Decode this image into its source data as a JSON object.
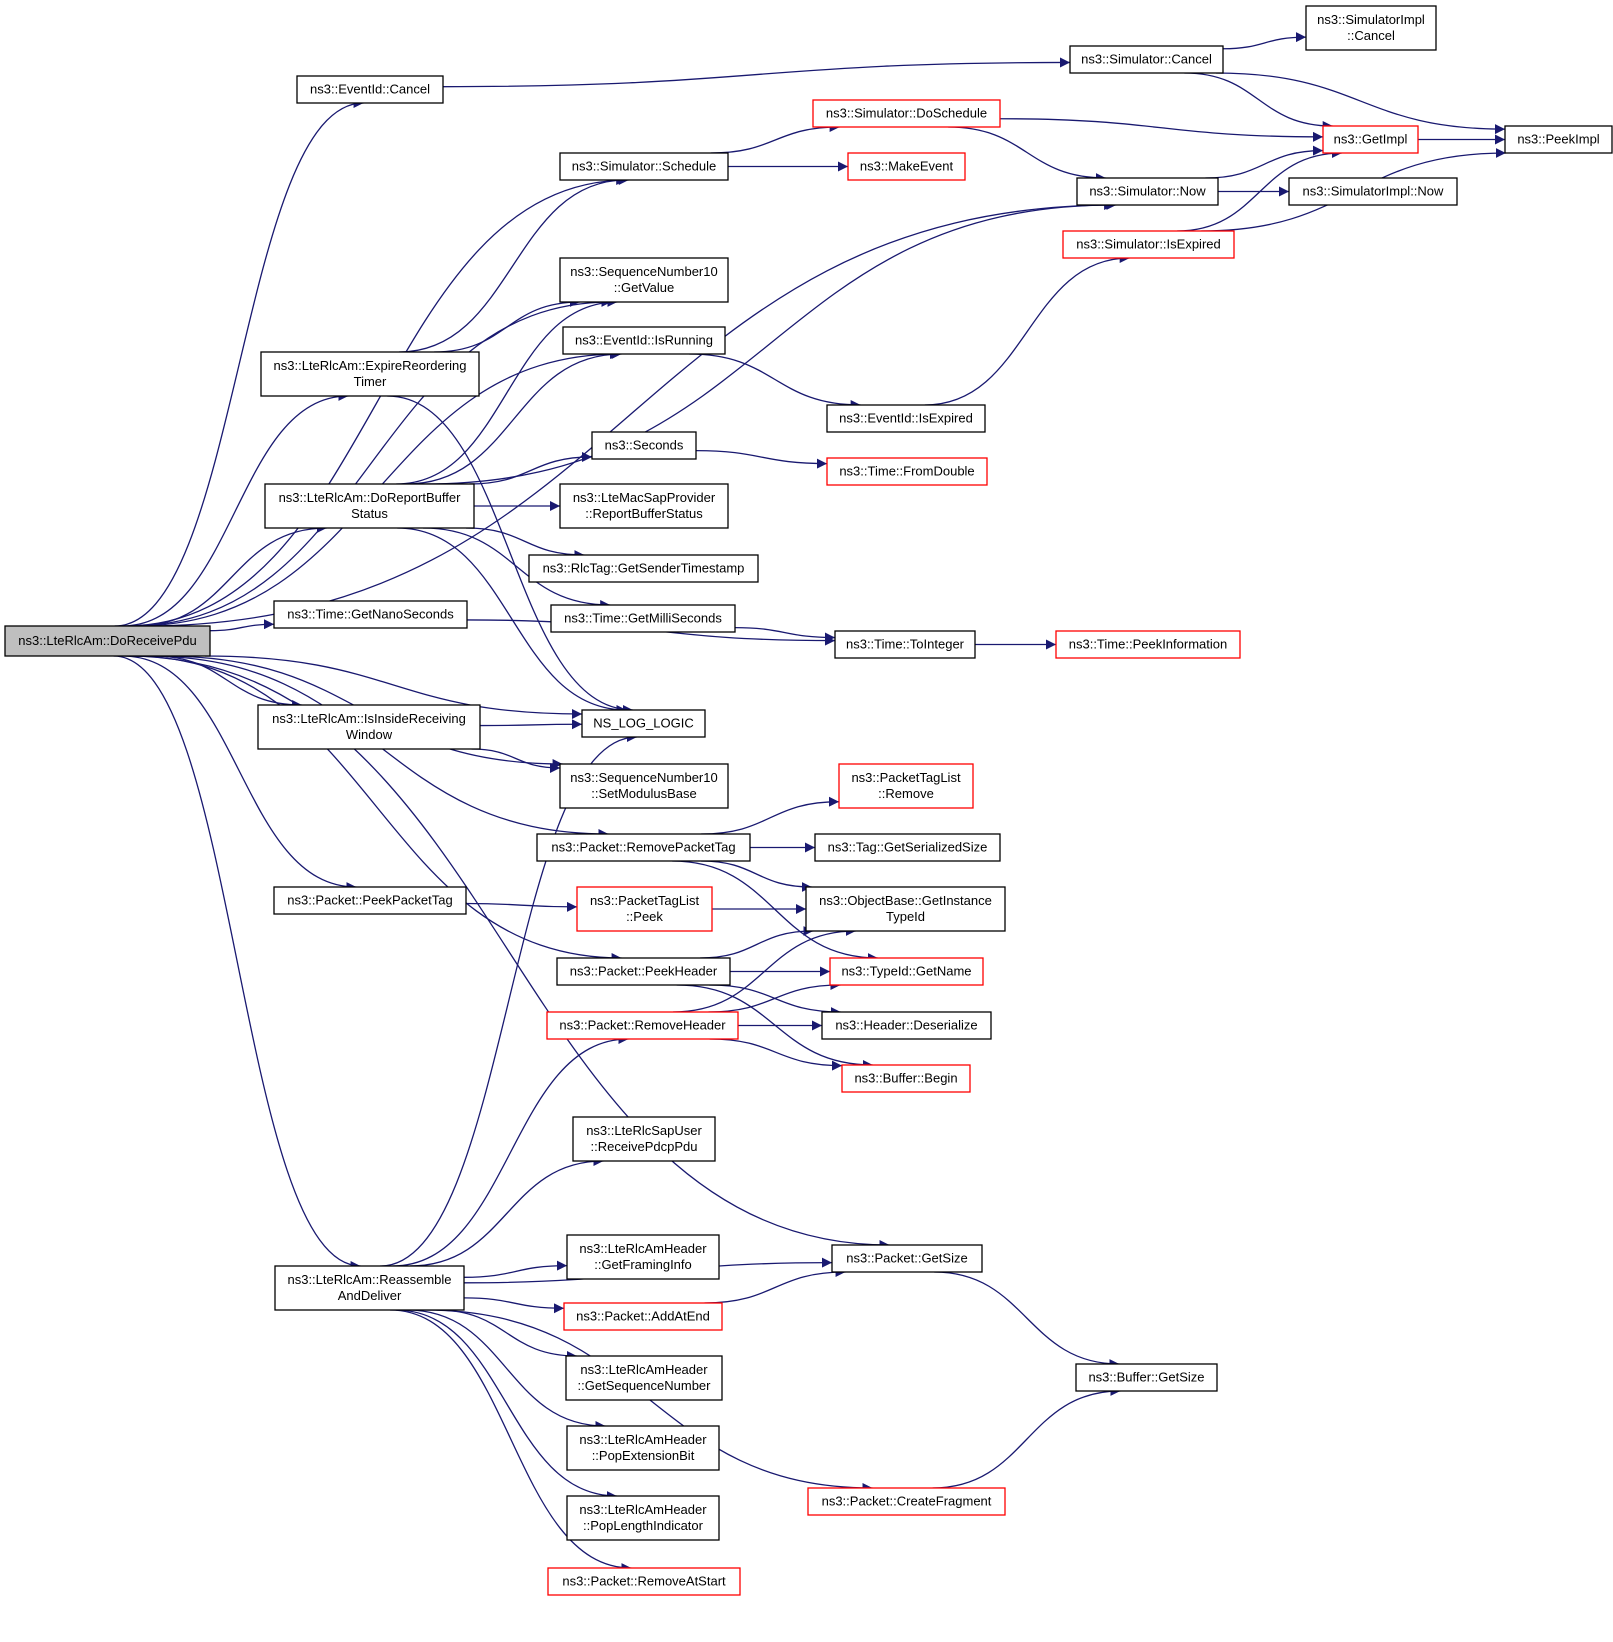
{
  "nodes": [
    {
      "id": "root",
      "lines": [
        "ns3::LteRlcAm::DoReceivePdu"
      ],
      "style": "root"
    },
    {
      "id": "eventid_cancel",
      "lines": [
        "ns3::EventId::Cancel"
      ],
      "style": "normal"
    },
    {
      "id": "sim_cancel",
      "lines": [
        "ns3::Simulator::Cancel"
      ],
      "style": "normal"
    },
    {
      "id": "simimpl_cancel",
      "lines": [
        "ns3::SimulatorImpl",
        "::Cancel"
      ],
      "style": "normal"
    },
    {
      "id": "sim_doschedule",
      "lines": [
        "ns3::Simulator::DoSchedule"
      ],
      "style": "red"
    },
    {
      "id": "getimpl",
      "lines": [
        "ns3::GetImpl"
      ],
      "style": "red"
    },
    {
      "id": "peekimpl",
      "lines": [
        "ns3::PeekImpl"
      ],
      "style": "normal"
    },
    {
      "id": "sim_schedule",
      "lines": [
        "ns3::Simulator::Schedule"
      ],
      "style": "normal"
    },
    {
      "id": "makeevent",
      "lines": [
        "ns3::MakeEvent"
      ],
      "style": "red"
    },
    {
      "id": "sim_now",
      "lines": [
        "ns3::Simulator::Now"
      ],
      "style": "normal"
    },
    {
      "id": "simimpl_now",
      "lines": [
        "ns3::SimulatorImpl::Now"
      ],
      "style": "normal"
    },
    {
      "id": "sim_isexpired",
      "lines": [
        "ns3::Simulator::IsExpired"
      ],
      "style": "red"
    },
    {
      "id": "seq_getvalue",
      "lines": [
        "ns3::SequenceNumber10",
        "::GetValue"
      ],
      "style": "normal"
    },
    {
      "id": "eventid_isrunning",
      "lines": [
        "ns3::EventId::IsRunning"
      ],
      "style": "normal"
    },
    {
      "id": "expire_timer",
      "lines": [
        "ns3::LteRlcAm::ExpireReordering",
        "Timer"
      ],
      "style": "normal"
    },
    {
      "id": "eventid_isexpired",
      "lines": [
        "ns3::EventId::IsExpired"
      ],
      "style": "normal"
    },
    {
      "id": "seconds",
      "lines": [
        "ns3::Seconds"
      ],
      "style": "normal"
    },
    {
      "id": "time_fromdouble",
      "lines": [
        "ns3::Time::FromDouble"
      ],
      "style": "red"
    },
    {
      "id": "doreport",
      "lines": [
        "ns3::LteRlcAm::DoReportBuffer",
        "Status"
      ],
      "style": "normal"
    },
    {
      "id": "mac_report",
      "lines": [
        "ns3::LteMacSapProvider",
        "::ReportBufferStatus"
      ],
      "style": "normal"
    },
    {
      "id": "rlctag",
      "lines": [
        "ns3::RlcTag::GetSenderTimestamp"
      ],
      "style": "normal"
    },
    {
      "id": "getnano",
      "lines": [
        "ns3::Time::GetNanoSeconds"
      ],
      "style": "normal"
    },
    {
      "id": "getmilli",
      "lines": [
        "ns3::Time::GetMilliSeconds"
      ],
      "style": "normal"
    },
    {
      "id": "tointeger",
      "lines": [
        "ns3::Time::ToInteger"
      ],
      "style": "normal"
    },
    {
      "id": "peekinfo",
      "lines": [
        "ns3::Time::PeekInformation"
      ],
      "style": "red"
    },
    {
      "id": "isinside",
      "lines": [
        "ns3::LteRlcAm::IsInsideReceiving",
        "Window"
      ],
      "style": "normal"
    },
    {
      "id": "nslog",
      "lines": [
        "NS_LOG_LOGIC"
      ],
      "style": "normal"
    },
    {
      "id": "seq_setmod",
      "lines": [
        "ns3::SequenceNumber10",
        "::SetModulusBase"
      ],
      "style": "normal"
    },
    {
      "id": "ptl_remove",
      "lines": [
        "ns3::PacketTagList",
        "::Remove"
      ],
      "style": "red"
    },
    {
      "id": "removepackettag",
      "lines": [
        "ns3::Packet::RemovePacketTag"
      ],
      "style": "normal"
    },
    {
      "id": "tag_getser",
      "lines": [
        "ns3::Tag::GetSerializedSize"
      ],
      "style": "normal"
    },
    {
      "id": "peekpackettag",
      "lines": [
        "ns3::Packet::PeekPacketTag"
      ],
      "style": "normal"
    },
    {
      "id": "ptl_peek",
      "lines": [
        "ns3::PacketTagList",
        "::Peek"
      ],
      "style": "red"
    },
    {
      "id": "objbase",
      "lines": [
        "ns3::ObjectBase::GetInstance",
        "TypeId"
      ],
      "style": "normal"
    },
    {
      "id": "peekheader",
      "lines": [
        "ns3::Packet::PeekHeader"
      ],
      "style": "normal"
    },
    {
      "id": "typeid_getname",
      "lines": [
        "ns3::TypeId::GetName"
      ],
      "style": "red"
    },
    {
      "id": "removeheader",
      "lines": [
        "ns3::Packet::RemoveHeader"
      ],
      "style": "red"
    },
    {
      "id": "header_deser",
      "lines": [
        "ns3::Header::Deserialize"
      ],
      "style": "normal"
    },
    {
      "id": "buffer_begin",
      "lines": [
        "ns3::Buffer::Begin"
      ],
      "style": "red"
    },
    {
      "id": "rlcsap_recv",
      "lines": [
        "ns3::LteRlcSapUser",
        "::ReceivePdcpPdu"
      ],
      "style": "normal"
    },
    {
      "id": "hdr_framing",
      "lines": [
        "ns3::LteRlcAmHeader",
        "::GetFramingInfo"
      ],
      "style": "normal"
    },
    {
      "id": "packet_getsize",
      "lines": [
        "ns3::Packet::GetSize"
      ],
      "style": "normal"
    },
    {
      "id": "reassemble",
      "lines": [
        "ns3::LteRlcAm::Reassemble",
        "AndDeliver"
      ],
      "style": "normal"
    },
    {
      "id": "addatend",
      "lines": [
        "ns3::Packet::AddAtEnd"
      ],
      "style": "red"
    },
    {
      "id": "hdr_seq",
      "lines": [
        "ns3::LteRlcAmHeader",
        "::GetSequenceNumber"
      ],
      "style": "normal"
    },
    {
      "id": "buffer_getsize",
      "lines": [
        "ns3::Buffer::GetSize"
      ],
      "style": "normal"
    },
    {
      "id": "hdr_popext",
      "lines": [
        "ns3::LteRlcAmHeader",
        "::PopExtensionBit"
      ],
      "style": "normal"
    },
    {
      "id": "createfragment",
      "lines": [
        "ns3::Packet::CreateFragment"
      ],
      "style": "red"
    },
    {
      "id": "hdr_poplen",
      "lines": [
        "ns3::LteRlcAmHeader",
        "::PopLengthIndicator"
      ],
      "style": "normal"
    },
    {
      "id": "removeatstart",
      "lines": [
        "ns3::Packet::RemoveAtStart"
      ],
      "style": "red"
    }
  ],
  "edges": [
    [
      "root",
      "eventid_cancel"
    ],
    [
      "root",
      "sim_schedule"
    ],
    [
      "root",
      "sim_now"
    ],
    [
      "root",
      "seq_getvalue"
    ],
    [
      "root",
      "expire_timer"
    ],
    [
      "root",
      "eventid_isrunning"
    ],
    [
      "root",
      "doreport"
    ],
    [
      "root",
      "getnano"
    ],
    [
      "root",
      "nslog"
    ],
    [
      "root",
      "isinside"
    ],
    [
      "root",
      "seq_setmod"
    ],
    [
      "root",
      "removepackettag"
    ],
    [
      "root",
      "peekpackettag"
    ],
    [
      "root",
      "peekheader"
    ],
    [
      "root",
      "packet_getsize"
    ],
    [
      "root",
      "reassemble"
    ],
    [
      "eventid_cancel",
      "sim_cancel"
    ],
    [
      "sim_cancel",
      "simimpl_cancel"
    ],
    [
      "sim_cancel",
      "getimpl"
    ],
    [
      "sim_cancel",
      "peekimpl"
    ],
    [
      "sim_schedule",
      "sim_doschedule"
    ],
    [
      "sim_schedule",
      "makeevent"
    ],
    [
      "sim_doschedule",
      "getimpl"
    ],
    [
      "sim_doschedule",
      "sim_now"
    ],
    [
      "getimpl",
      "peekimpl"
    ],
    [
      "sim_now",
      "getimpl"
    ],
    [
      "sim_now",
      "simimpl_now"
    ],
    [
      "sim_isexpired",
      "getimpl"
    ],
    [
      "sim_isexpired",
      "peekimpl"
    ],
    [
      "expire_timer",
      "sim_schedule"
    ],
    [
      "expire_timer",
      "seq_getvalue"
    ],
    [
      "expire_timer",
      "nslog"
    ],
    [
      "eventid_isrunning",
      "eventid_isexpired"
    ],
    [
      "eventid_isexpired",
      "sim_isexpired"
    ],
    [
      "doreport",
      "seq_getvalue"
    ],
    [
      "doreport",
      "eventid_isrunning"
    ],
    [
      "doreport",
      "sim_now"
    ],
    [
      "doreport",
      "seconds"
    ],
    [
      "doreport",
      "mac_report"
    ],
    [
      "doreport",
      "rlctag"
    ],
    [
      "doreport",
      "getmilli"
    ],
    [
      "doreport",
      "nslog"
    ],
    [
      "seconds",
      "time_fromdouble"
    ],
    [
      "getnano",
      "tointeger"
    ],
    [
      "getmilli",
      "tointeger"
    ],
    [
      "tointeger",
      "peekinfo"
    ],
    [
      "isinside",
      "nslog"
    ],
    [
      "isinside",
      "seq_setmod"
    ],
    [
      "removepackettag",
      "ptl_remove"
    ],
    [
      "removepackettag",
      "tag_getser"
    ],
    [
      "removepackettag",
      "objbase"
    ],
    [
      "removepackettag",
      "typeid_getname"
    ],
    [
      "peekpackettag",
      "ptl_peek"
    ],
    [
      "ptl_peek",
      "objbase"
    ],
    [
      "peekheader",
      "objbase"
    ],
    [
      "peekheader",
      "typeid_getname"
    ],
    [
      "peekheader",
      "header_deser"
    ],
    [
      "peekheader",
      "buffer_begin"
    ],
    [
      "removeheader",
      "objbase"
    ],
    [
      "removeheader",
      "typeid_getname"
    ],
    [
      "removeheader",
      "header_deser"
    ],
    [
      "removeheader",
      "buffer_begin"
    ],
    [
      "reassemble",
      "nslog"
    ],
    [
      "reassemble",
      "removeheader"
    ],
    [
      "reassemble",
      "rlcsap_recv"
    ],
    [
      "reassemble",
      "packet_getsize"
    ],
    [
      "reassemble",
      "hdr_framing"
    ],
    [
      "reassemble",
      "addatend"
    ],
    [
      "reassemble",
      "hdr_seq"
    ],
    [
      "reassemble",
      "hdr_popext"
    ],
    [
      "reassemble",
      "hdr_poplen"
    ],
    [
      "reassemble",
      "removeatstart"
    ],
    [
      "reassemble",
      "createfragment"
    ],
    [
      "addatend",
      "packet_getsize"
    ],
    [
      "packet_getsize",
      "buffer_getsize"
    ],
    [
      "createfragment",
      "buffer_getsize"
    ]
  ]
}
